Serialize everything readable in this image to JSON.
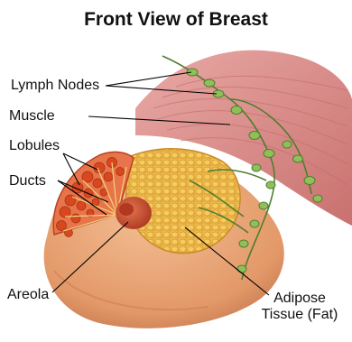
{
  "title": "Front View of Breast",
  "labels": {
    "lymph_nodes": "Lymph Nodes",
    "muscle": "Muscle",
    "lobules": "Lobules",
    "ducts": "Ducts",
    "areola": "Areola",
    "adipose_line1": "Adipose",
    "adipose_line2": "Tissue (Fat)"
  },
  "colors": {
    "muscle": "#d98a86",
    "muscle_stripe": "#c26b6a",
    "skin": "#e8a276",
    "skin_shadow": "#c97a55",
    "adipose": "#f0c552",
    "adipose_dark": "#d99a2c",
    "lobule": "#e0502a",
    "lymph": "#8fbf5a",
    "lymph_dark": "#4f7d2e",
    "areola": "#c8462e",
    "leader": "#000000"
  }
}
